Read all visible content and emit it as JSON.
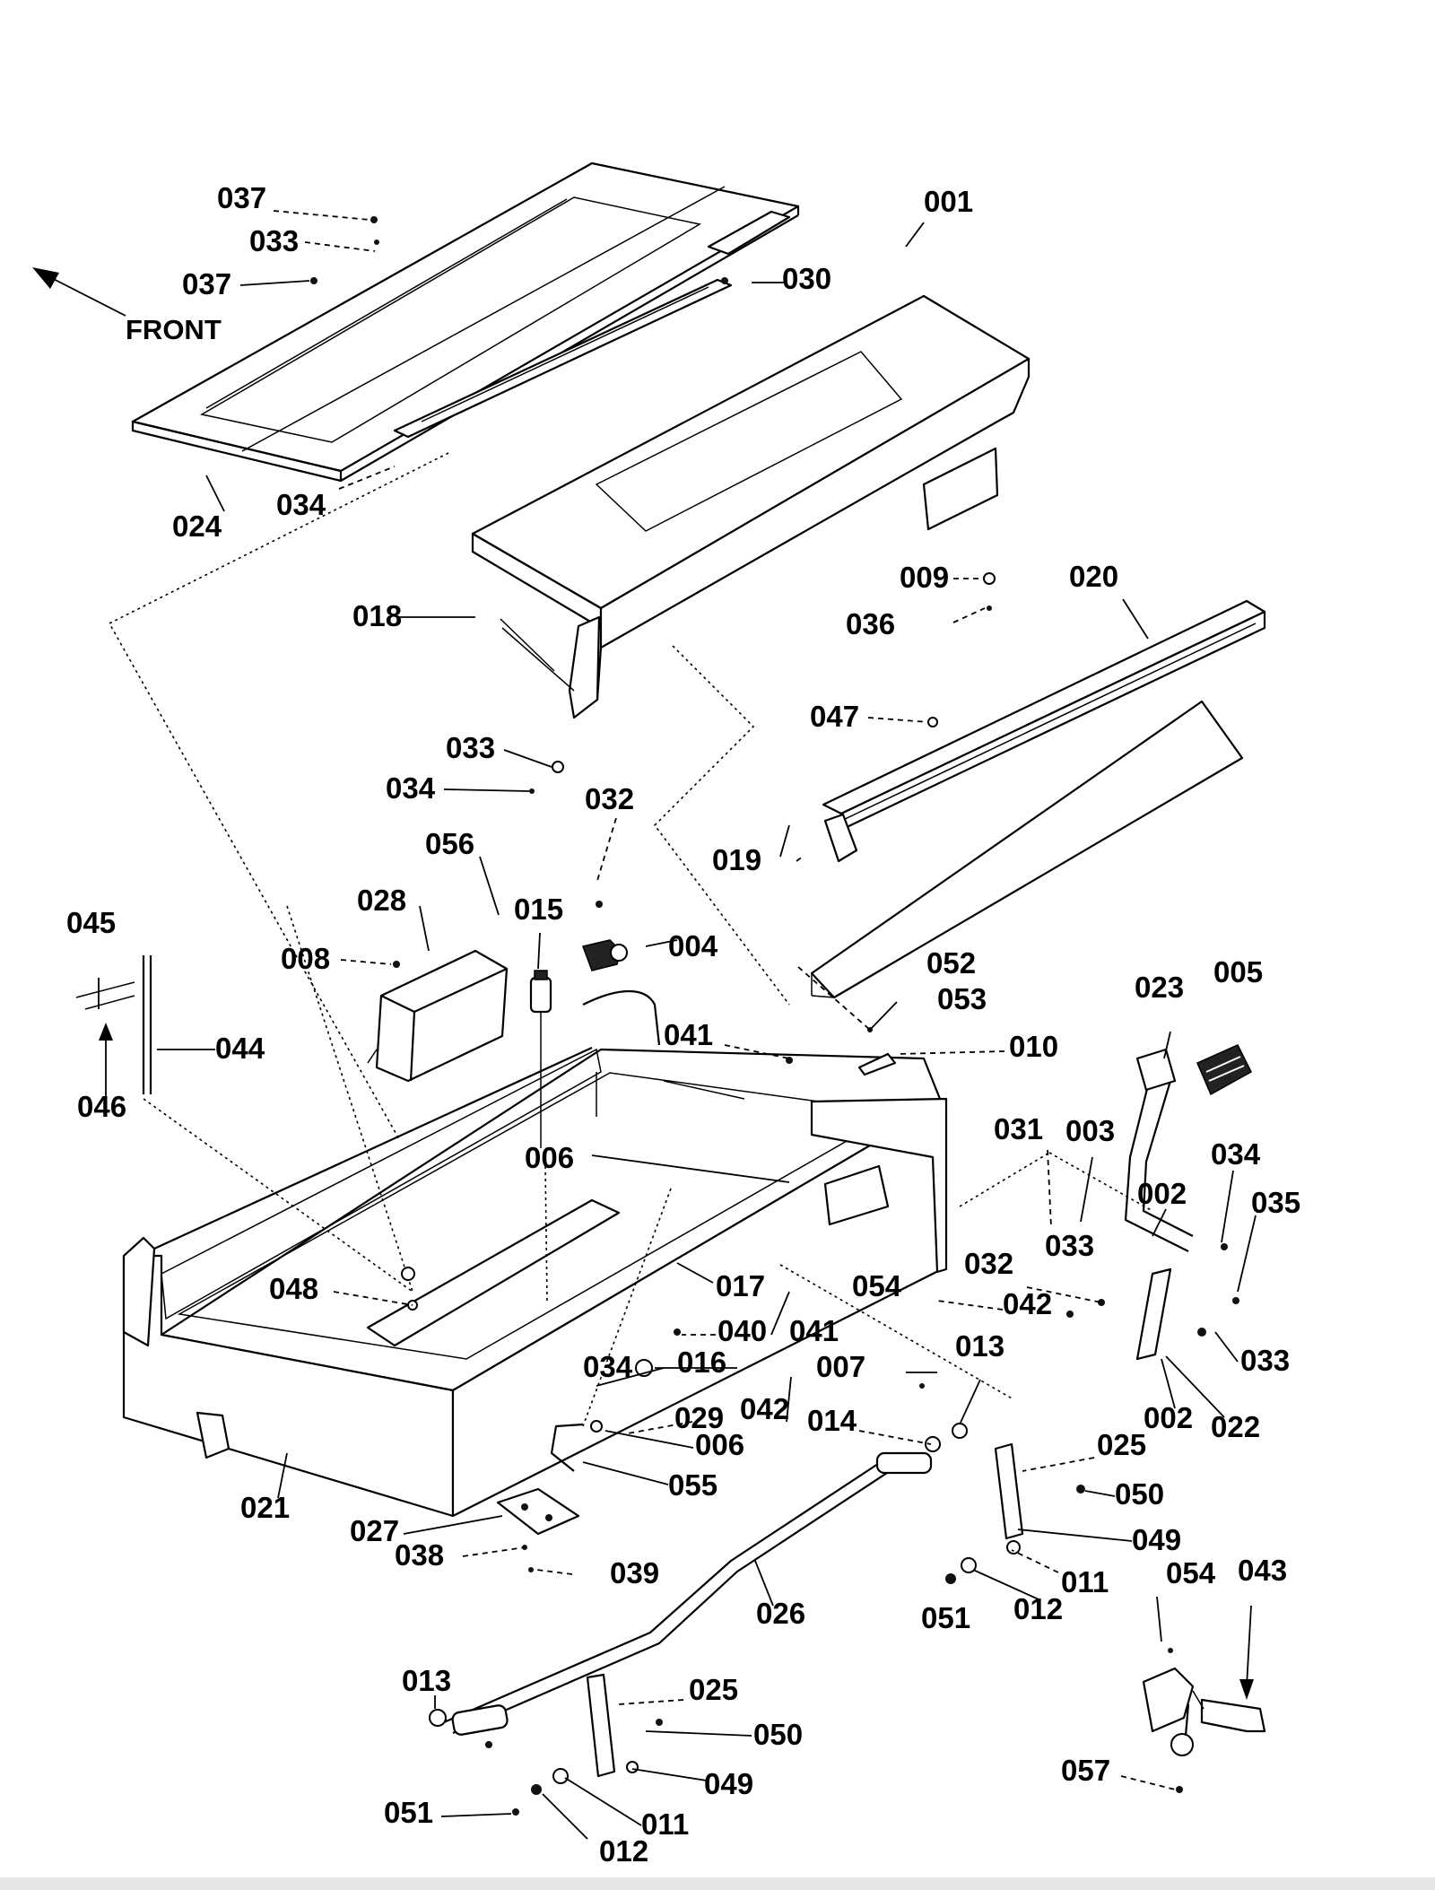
{
  "direction_label": "FRONT",
  "callouts": {
    "c001": "001",
    "c002a": "002",
    "c002b": "002",
    "c003": "003",
    "c004": "004",
    "c005": "005",
    "c006a": "006",
    "c006b": "006",
    "c007": "007",
    "c008": "008",
    "c009": "009",
    "c010": "010",
    "c011a": "011",
    "c011b": "011",
    "c012a": "012",
    "c012b": "012",
    "c013a": "013",
    "c013b": "013",
    "c014": "014",
    "c015": "015",
    "c016": "016",
    "c017": "017",
    "c018": "018",
    "c019": "019",
    "c020": "020",
    "c021": "021",
    "c022": "022",
    "c023": "023",
    "c024": "024",
    "c025a": "025",
    "c025b": "025",
    "c026": "026",
    "c027": "027",
    "c028": "028",
    "c029": "029",
    "c030": "030",
    "c031": "031",
    "c032a": "032",
    "c032b": "032",
    "c033a": "033",
    "c033b": "033",
    "c033c": "033",
    "c033d": "033",
    "c034a": "034",
    "c034b": "034",
    "c034c": "034",
    "c034d": "034",
    "c035": "035",
    "c036": "036",
    "c037a": "037",
    "c037b": "037",
    "c038": "038",
    "c039": "039",
    "c040": "040",
    "c041a": "041",
    "c041b": "041",
    "c042a": "042",
    "c042b": "042",
    "c043": "043",
    "c044": "044",
    "c045": "045",
    "c046": "046",
    "c047": "047",
    "c048": "048",
    "c049a": "049",
    "c049b": "049",
    "c050a": "050",
    "c050b": "050",
    "c051a": "051",
    "c051b": "051",
    "c052": "052",
    "c053": "053",
    "c054a": "054",
    "c054b": "054",
    "c055": "055",
    "c056": "056",
    "c057": "057"
  },
  "colors": {
    "line": "#000000",
    "background": "#ffffff",
    "bottom_strip": "#e6e6e6"
  }
}
